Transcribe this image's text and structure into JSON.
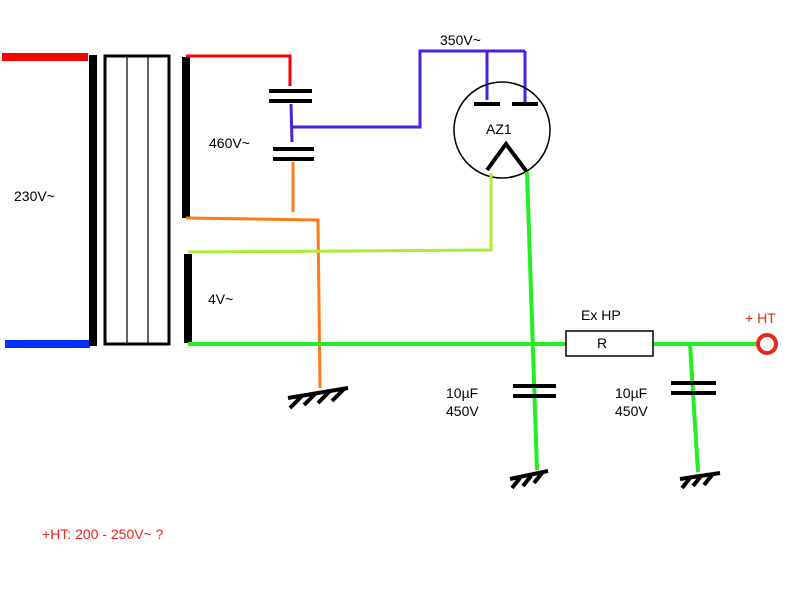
{
  "labels": {
    "primary_voltage": "230V~",
    "hv_secondary_voltage": "460V~",
    "anode_voltage": "350V~",
    "heater_voltage": "4V~",
    "tube": "AZ1",
    "resistor_note": "Ex HP",
    "resistor": "R",
    "cap1_value": "10µF",
    "cap1_rating": "450V",
    "cap2_value": "10µF",
    "cap2_rating": "450V",
    "output": "+ HT",
    "footnote": "+HT: 200 - 250V~ ?"
  },
  "colors": {
    "primary_live": "#ff0000",
    "primary_neutral": "#0033ff",
    "hv_secondary": "#ff0000",
    "center_tap": "#ff7a1a",
    "anode_feed": "#4a1fe0",
    "heater_feed": "#aaee33",
    "ht_rail": "#22ee22",
    "output": "#e8261c"
  }
}
